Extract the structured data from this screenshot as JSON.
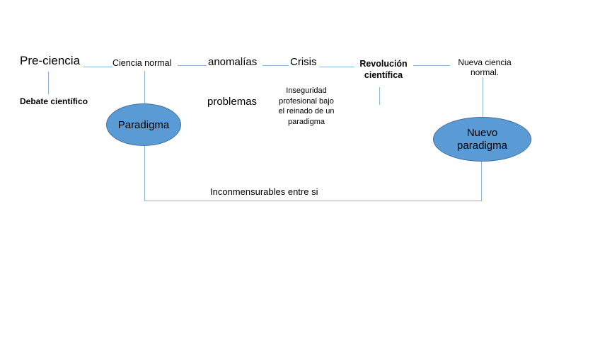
{
  "colors": {
    "background": "#ffffff",
    "connector": "#8eb4d8",
    "ellipse_fill": "#5b9bd5",
    "ellipse_border": "#41719c",
    "text": "#000000"
  },
  "stages": [
    {
      "label": "Pre-ciencia"
    },
    {
      "label": "Ciencia normal"
    },
    {
      "label": "anomalías"
    },
    {
      "label": "Crisis"
    },
    {
      "label": "Revolución científica"
    },
    {
      "label": "Nueva ciencia normal."
    }
  ],
  "annotations": {
    "debate_cientifico": "Debate científico",
    "paradigma": "Paradigma",
    "problemas": "problemas",
    "inseguridad": "Inseguridad profesional bajo el reinado de un paradigma",
    "inconmensurables": "Inconmensurables entre si",
    "nuevo_paradigma": "Nuevo paradigma"
  }
}
